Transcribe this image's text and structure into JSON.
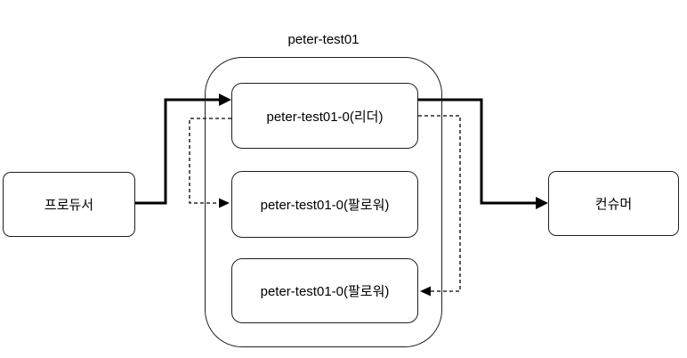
{
  "topic": {
    "title": "peter-test01"
  },
  "nodes": {
    "producer": {
      "label": "프로듀서"
    },
    "consumer": {
      "label": "컨슈머"
    },
    "leader": {
      "label": "peter-test01-0(리더)"
    },
    "follower1": {
      "label": "peter-test01-0(팔로워)"
    },
    "follower2": {
      "label": "peter-test01-0(팔로워)"
    }
  },
  "edges": [
    {
      "from": "producer",
      "to": "leader",
      "style": "solid-bold",
      "direction": "right"
    },
    {
      "from": "leader",
      "to": "consumer",
      "style": "solid-bold",
      "direction": "right"
    },
    {
      "from": "leader",
      "to": "follower1",
      "style": "dashed",
      "direction": "right"
    },
    {
      "from": "leader",
      "to": "follower2",
      "style": "dashed",
      "direction": "left"
    }
  ],
  "colors": {
    "stroke": "#000000",
    "box_border": "#1f1f1f",
    "background": "#ffffff"
  }
}
